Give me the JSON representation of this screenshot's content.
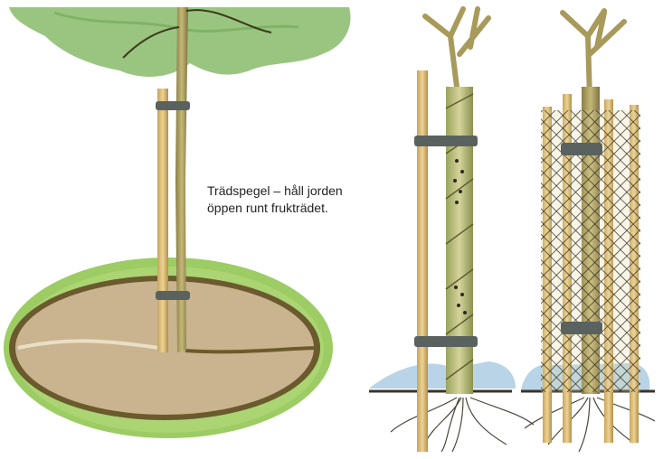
{
  "caption": {
    "line1": "Trädspegel – håll jorden",
    "line2": "öppen runt frukträdet."
  },
  "colors": {
    "foliage": "#8fbf73",
    "grass": "#9ccc63",
    "soil": "#c9b48f",
    "soil_rim": "#6b5a2e",
    "bark": "#a89a5a",
    "stake": "#d9b86f",
    "tie": "#5a6260",
    "mesh": "#2d2a22",
    "snow": "#b9d4e6",
    "ground_line": "#3b3328"
  },
  "panels": [
    {
      "name": "tree-with-mulch-circle"
    },
    {
      "name": "tree-with-spiral-guard"
    },
    {
      "name": "tree-with-mesh-guard"
    }
  ]
}
